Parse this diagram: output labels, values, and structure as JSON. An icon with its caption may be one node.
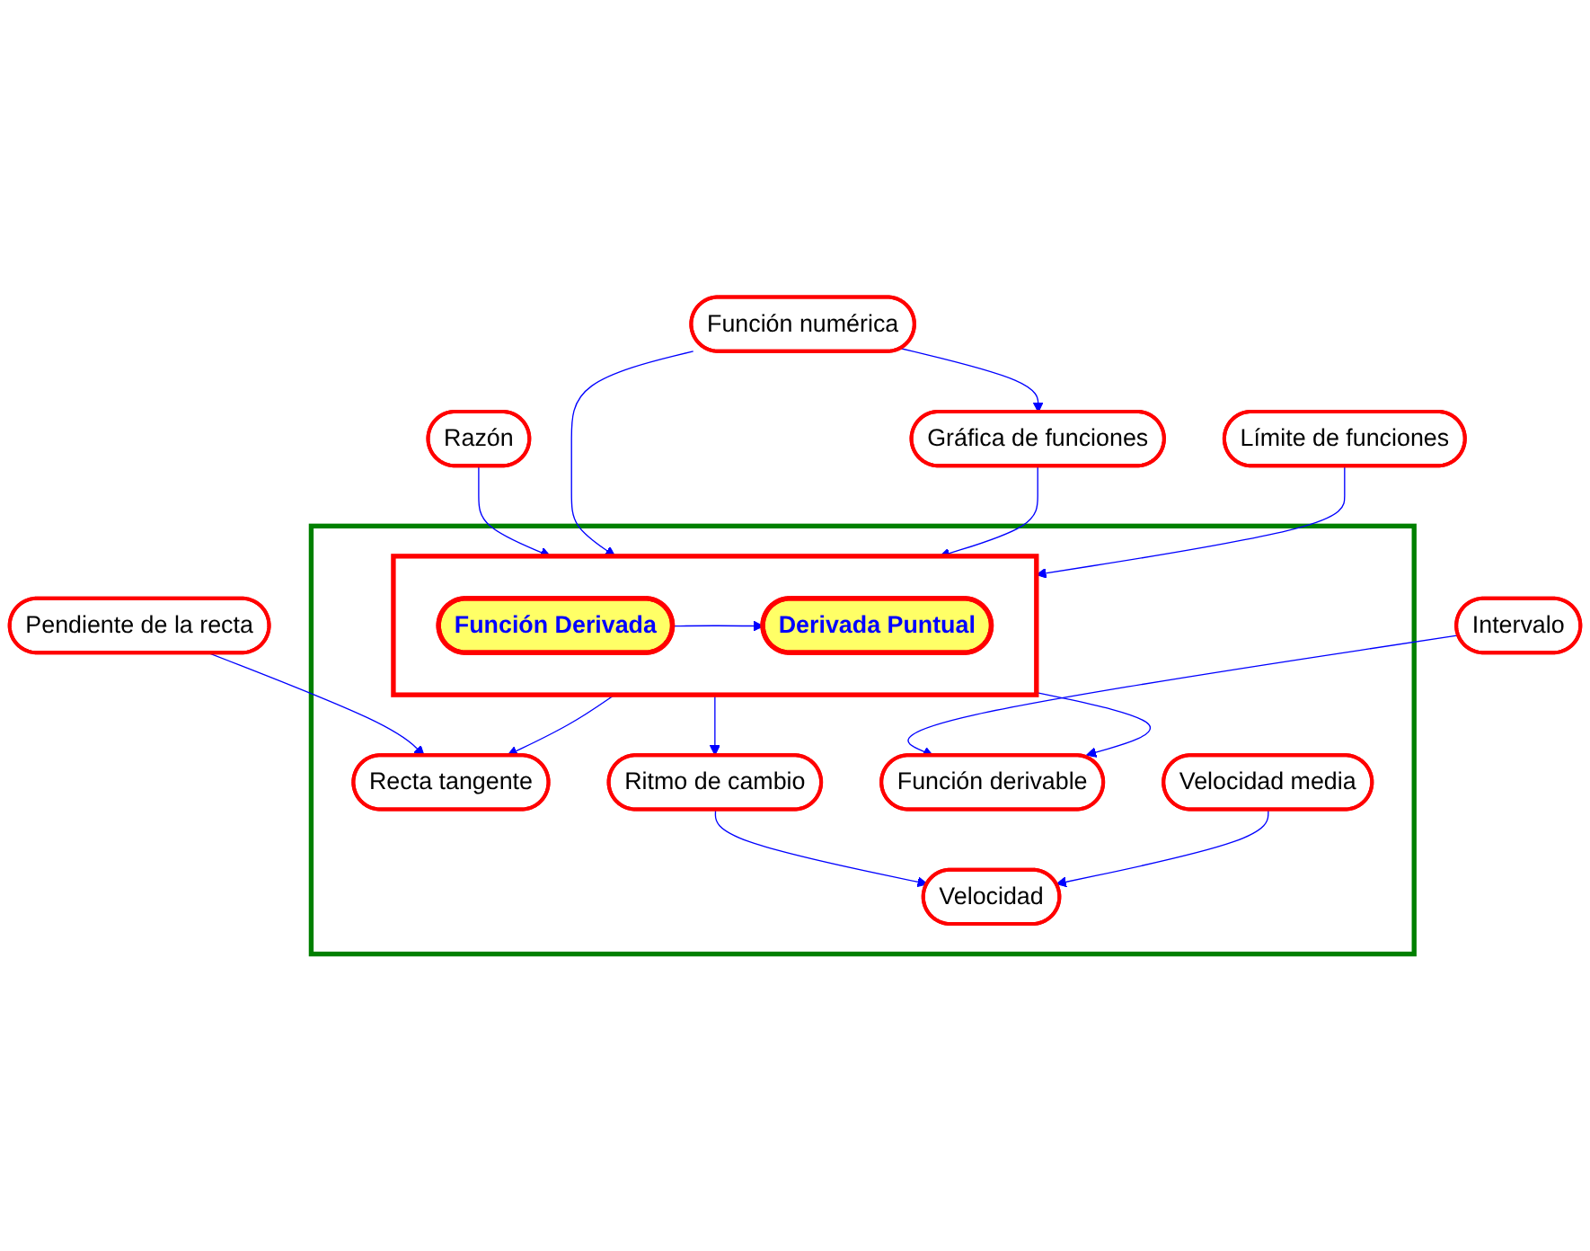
{
  "diagram": {
    "nodes": [
      {
        "text": [
          "Pendiente de la recta"
        ]
      },
      {
        "text": [
          "Razón"
        ]
      },
      {
        "text": [
          "Función numérica"
        ]
      },
      {
        "text": [
          "Gráfica de funciones"
        ]
      },
      {
        "text": [
          "Límite de funciones"
        ]
      },
      {
        "text": [],
        "shape": "box"
      },
      {
        "text": [],
        "shape": "box",
        "in": 5
      },
      {
        "text": [
          "Función Derivada"
        ],
        "in": 6
      },
      {
        "text": [
          "Derivada Puntual"
        ],
        "in": 6
      },
      {
        "text": [
          "Intervalo"
        ]
      },
      {
        "text": [
          "Recta tangente"
        ],
        "in": 5
      },
      {
        "text": [
          "Ritmo de cambio"
        ],
        "in": 5
      },
      {
        "text": [
          "Función derivable"
        ],
        "in": 5
      },
      {
        "text": [
          "Velocidad media"
        ],
        "in": 5
      },
      {
        "text": [
          "Velocidad"
        ],
        "in": 5
      }
    ],
    "edges": [
      {
        "from": 0,
        "to": 10,
        "arrow": "to"
      },
      {
        "from": 1,
        "to": 6,
        "arrow": "to"
      },
      {
        "from": 2,
        "to": 3,
        "arrow": "to"
      },
      {
        "from": 2,
        "to": 6,
        "arrow": "to"
      },
      {
        "from": 3,
        "to": 6,
        "arrow": "to"
      },
      {
        "from": 4,
        "to": 6,
        "arrow": "to"
      },
      {
        "from": 7,
        "to": 8,
        "arrow": "to"
      },
      {
        "from": 6,
        "to": 10,
        "arrow": "to"
      },
      {
        "from": 6,
        "to": 12,
        "arrow": "to"
      },
      {
        "from": 6,
        "to": 11,
        "arrow": "to"
      },
      {
        "from": 9,
        "to": 12,
        "arrow": "to"
      },
      {
        "from": 11,
        "to": 14,
        "arrow": "to"
      },
      {
        "from": 13,
        "to": 14,
        "arrow": "to"
      }
    ]
  }
}
